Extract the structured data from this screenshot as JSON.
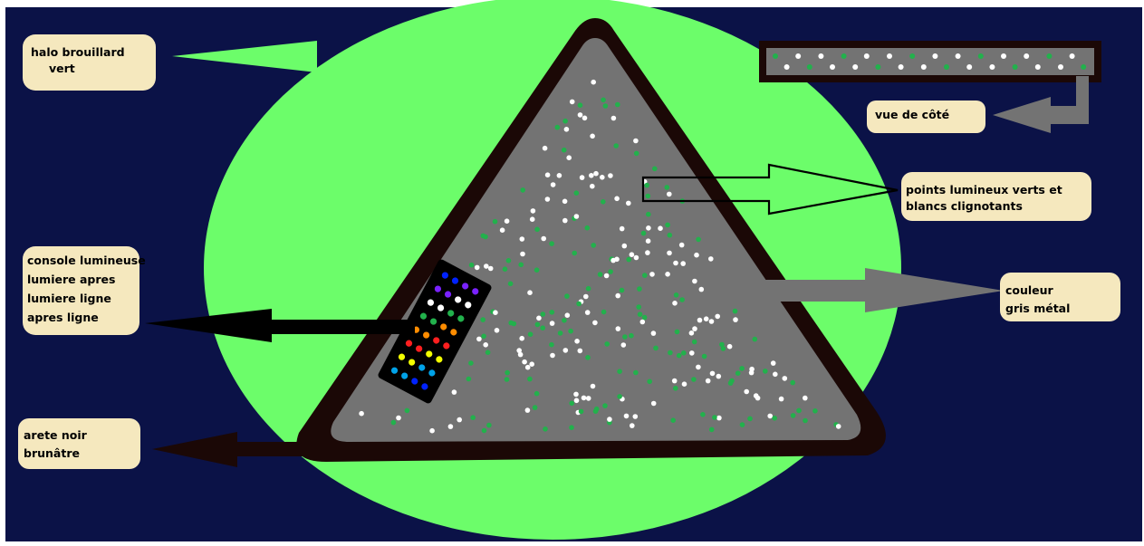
{
  "labels": {
    "halo": [
      "halo brouillard",
      "vert"
    ],
    "vue": [
      "vue de côté"
    ],
    "points": [
      "points lumineux verts et",
      "blancs clignotants"
    ],
    "console": [
      "console lumineuse",
      "lumiere apres",
      "lumiere ligne",
      "apres ligne"
    ],
    "couleur": [
      "couleur",
      "gris métal"
    ],
    "arete": [
      "arete noir",
      "brunâtre"
    ]
  },
  "colors": {
    "background": "#0b1247",
    "halo": "#6cfd6a",
    "edge": "#1b0806",
    "metal": "#737373",
    "label_bg": "#f5e8be",
    "dot_green": "#22b14c",
    "dot_white": "#ffffff",
    "console": "#000000",
    "console_leds": [
      "#0022ff",
      "#7a22ff",
      "#ffffff",
      "#22b14c",
      "#ff8c00",
      "#ff1f1f",
      "#f2ff00",
      "#00a2e8"
    ]
  }
}
